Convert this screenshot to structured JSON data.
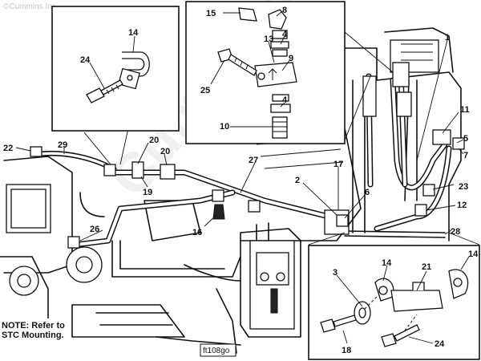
{
  "copyright": "©Cummins Inc",
  "watermark": "Cummins",
  "note": [
    "NOTE: Refer to",
    "STC Mounting."
  ],
  "figure_code": "ft108go",
  "callouts": {
    "c1": "1",
    "c2": "2",
    "c3": "3",
    "c4a": "4",
    "c4b": "4",
    "c5": "5",
    "c6": "6",
    "c7": "7",
    "c8": "8",
    "c9": "9",
    "c10": "10",
    "c11": "11",
    "c12": "12",
    "c13": "13",
    "c14a": "14",
    "c14b": "14",
    "c14c": "14",
    "c15": "15",
    "c16": "16",
    "c17": "17",
    "c18": "18",
    "c19": "19",
    "c20a": "20",
    "c20b": "20",
    "c21": "21",
    "c22": "22",
    "c23": "23",
    "c24a": "24",
    "c24b": "24",
    "c25": "25",
    "c26": "26",
    "c27": "27",
    "c28": "28",
    "c29": "29"
  }
}
